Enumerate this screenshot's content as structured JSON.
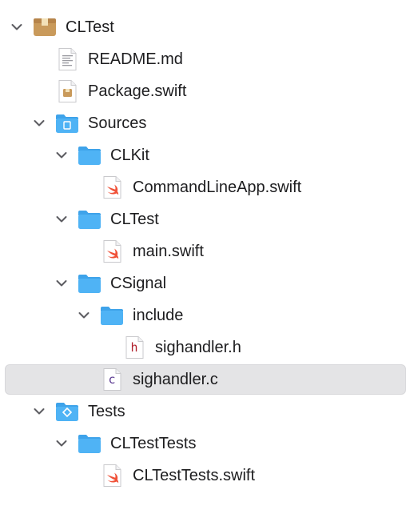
{
  "tree": [
    {
      "label": "CLTest",
      "type": "package",
      "depth": 0,
      "expanded": true
    },
    {
      "label": "README.md",
      "type": "document",
      "depth": 1
    },
    {
      "label": "Package.swift",
      "type": "package-manifest",
      "depth": 1
    },
    {
      "label": "Sources",
      "type": "folder-sources",
      "depth": 1,
      "expanded": true
    },
    {
      "label": "CLKit",
      "type": "folder",
      "depth": 2,
      "expanded": true
    },
    {
      "label": "CommandLineApp.swift",
      "type": "swift",
      "depth": 3
    },
    {
      "label": "CLTest",
      "type": "folder",
      "depth": 2,
      "expanded": true
    },
    {
      "label": "main.swift",
      "type": "swift",
      "depth": 3
    },
    {
      "label": "CSignal",
      "type": "folder",
      "depth": 2,
      "expanded": true
    },
    {
      "label": "include",
      "type": "folder",
      "depth": 3,
      "expanded": true
    },
    {
      "label": "sighandler.h",
      "type": "h-file",
      "depth": 4
    },
    {
      "label": "sighandler.c",
      "type": "c-file",
      "depth": 3,
      "selected": true
    },
    {
      "label": "Tests",
      "type": "folder-tests",
      "depth": 1,
      "expanded": true
    },
    {
      "label": "CLTestTests",
      "type": "folder",
      "depth": 2,
      "expanded": true
    },
    {
      "label": "CLTestTests.swift",
      "type": "swift",
      "depth": 3
    }
  ],
  "icons": {
    "package": "package-icon",
    "document": "document-icon",
    "package-manifest": "package-manifest-icon",
    "folder": "folder-icon",
    "folder-sources": "sources-folder-icon",
    "folder-tests": "tests-folder-icon",
    "swift": "swift-file-icon",
    "h-file": "header-file-icon",
    "c-file": "c-file-icon",
    "h_glyph": "h",
    "c_glyph": "c"
  },
  "colors": {
    "folder": "#4fb3f5",
    "folder_tab": "#3ea3ea",
    "swift": "#f05138",
    "package": "#c99a5b",
    "selection": "#e4e4e6",
    "c_file": "#5b3a91",
    "h_file": "#b01f2a"
  }
}
